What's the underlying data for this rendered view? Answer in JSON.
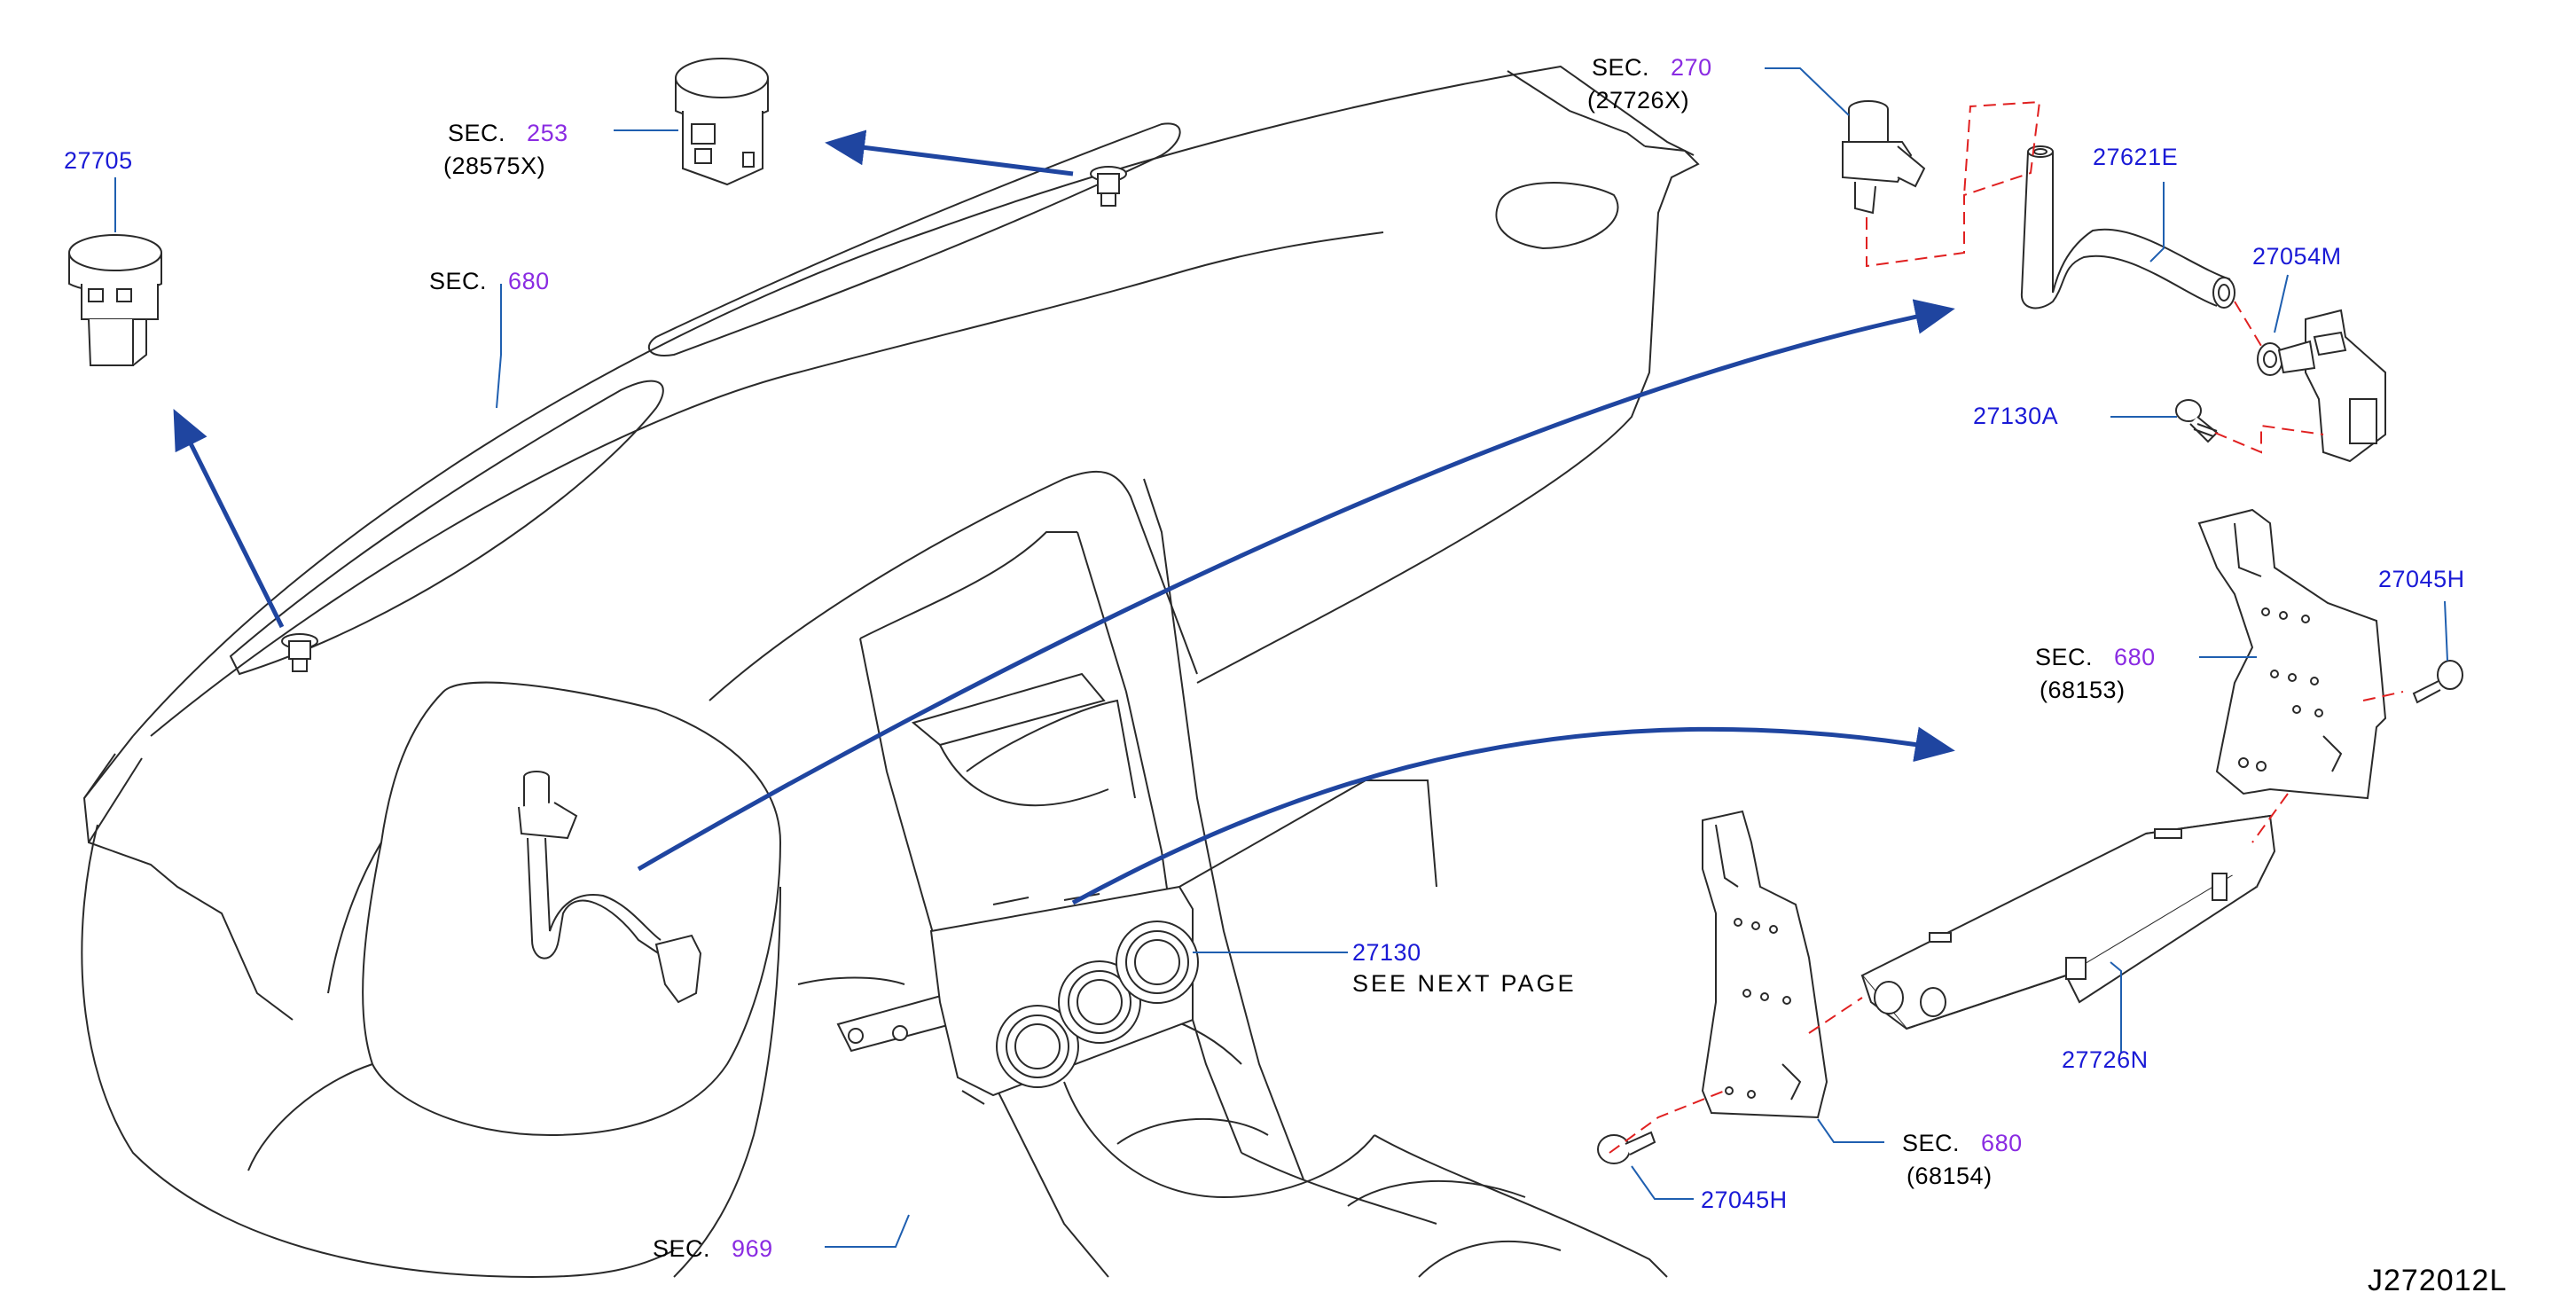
{
  "diagram_id": "J272012L",
  "labels": {
    "p27705": "27705",
    "sec253_prefix": "SEC.",
    "sec253_num": "253",
    "sec253_sub": "(28575X)",
    "sec680_top_prefix": "SEC.",
    "sec680_top_num": "680",
    "sec270_prefix": "SEC.",
    "sec270_num": "270",
    "sec270_sub": "(27726X)",
    "p27621E": "27621E",
    "p27054M": "27054M",
    "p27130A": "27130A",
    "p27045H_right": "27045H",
    "sec680_mid_prefix": "SEC.",
    "sec680_mid_num": "680",
    "sec680_mid_sub": "(68153)",
    "p27130": "27130",
    "see_next_page": "SEE  NEXT  PAGE",
    "p27726N": "27726N",
    "sec680_bot_prefix": "SEC.",
    "sec680_bot_num": "680",
    "sec680_bot_sub": "(68154)",
    "p27045H_bottom": "27045H",
    "sec969_prefix": "SEC.",
    "sec969_num": "969"
  },
  "colors": {
    "outline": "#2a2a2a",
    "leader": "#1f5fb0",
    "arrow": "#1f45a0",
    "dashed": "#e02020",
    "part_number": "#1a1ad6",
    "section_number": "#8a2be2"
  }
}
